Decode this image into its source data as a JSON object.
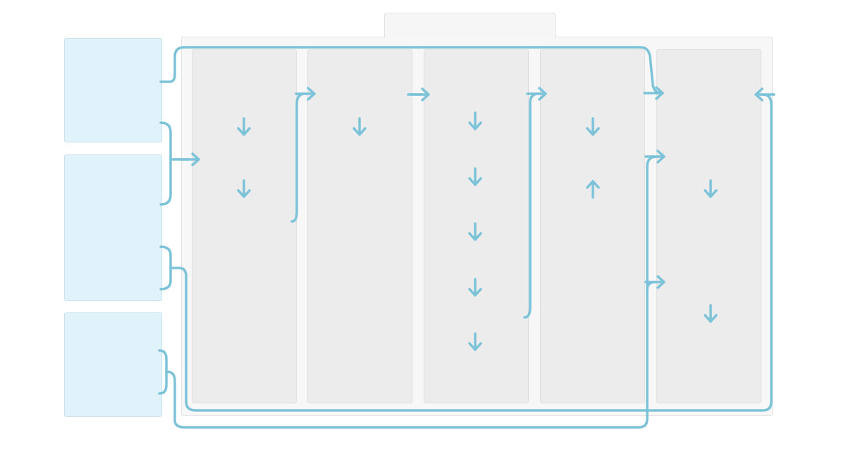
{
  "diagram": {
    "title": "",
    "colors": {
      "connector": "#7cc3d9",
      "input_fill": "#e0f2fa",
      "column_fill": "#ececec",
      "frame_fill": "#f7f7f7"
    },
    "input_boxes": [
      {
        "id": "input-1",
        "label": ""
      },
      {
        "id": "input-2",
        "label": ""
      },
      {
        "id": "input-3",
        "label": ""
      }
    ],
    "columns": [
      {
        "id": "column-1",
        "label": ""
      },
      {
        "id": "column-2",
        "label": ""
      },
      {
        "id": "column-3",
        "label": ""
      },
      {
        "id": "column-4",
        "label": ""
      },
      {
        "id": "column-5",
        "label": ""
      }
    ],
    "arrow_icons": [
      "arrow-down-icon",
      "arrow-up-icon",
      "arrow-right-icon",
      "arrow-left-icon"
    ]
  }
}
